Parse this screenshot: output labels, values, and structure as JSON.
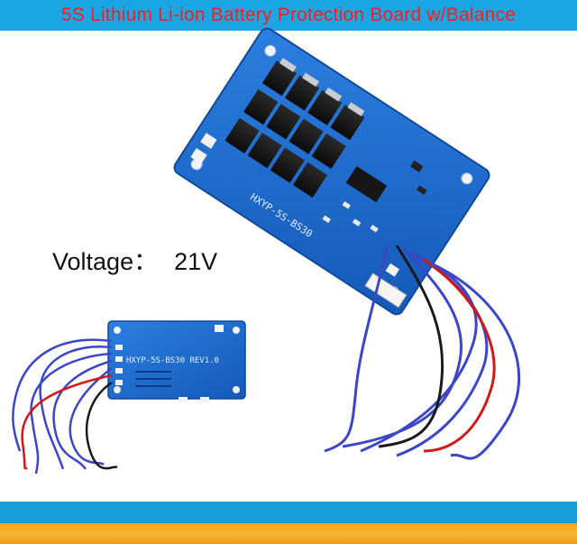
{
  "banner": {
    "title": "5S Lithium Li-ion Battery Protection Board w/Balance",
    "background": "#1aa6e4",
    "title_color": "#ff1a1a"
  },
  "spec": {
    "label": "Voltage：",
    "value": "21V"
  },
  "board_top": {
    "silkscreen": "HXYP-5S-BS30"
  },
  "board_side": {
    "silkscreen": "HXYP-5S-BS30  REV1.0"
  },
  "colors": {
    "pcb": "#1f6fd0",
    "wire_blue": "#3b46c8",
    "wire_red": "#d21818",
    "wire_black": "#1a1a1a"
  }
}
